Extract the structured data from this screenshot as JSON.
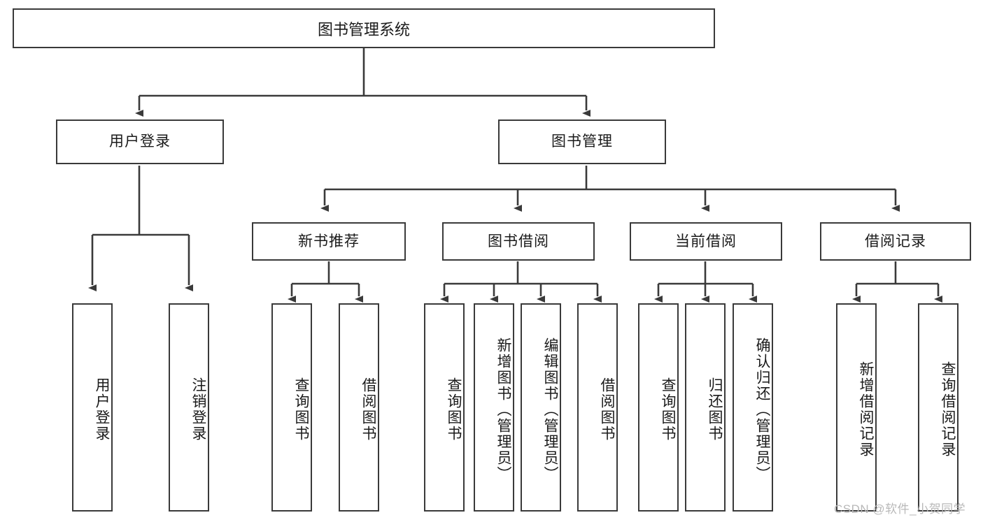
{
  "diagram": {
    "title": "图书管理系统",
    "type": "tree-hierarchy",
    "orientation": "top-down",
    "style": {
      "box_border_color": "#3a3a3a",
      "box_fill_color": "#ffffff",
      "line_color": "#3a3a3a",
      "text_color": "#1a1a1a",
      "background": "#ffffff"
    }
  },
  "root": {
    "label": "图书管理系统"
  },
  "level2": [
    {
      "id": "user-login",
      "label": "用户登录"
    },
    {
      "id": "book-manage",
      "label": "图书管理"
    }
  ],
  "level3": [
    {
      "id": "new-book-recommend",
      "label": "新书推荐",
      "parent": "book-manage"
    },
    {
      "id": "book-borrow",
      "label": "图书借阅",
      "parent": "book-manage"
    },
    {
      "id": "current-borrow",
      "label": "当前借阅",
      "parent": "book-manage"
    },
    {
      "id": "borrow-record",
      "label": "借阅记录",
      "parent": "book-manage"
    }
  ],
  "leaves": {
    "user_login": [
      {
        "id": "leaf-user-login",
        "label": "用户登录"
      },
      {
        "id": "leaf-logout",
        "label": "注销登录"
      }
    ],
    "new_book_recommend": [
      {
        "id": "leaf-query-book-1",
        "label": "查询图书"
      },
      {
        "id": "leaf-borrow-book-1",
        "label": "借阅图书"
      }
    ],
    "book_borrow": [
      {
        "id": "leaf-query-book-2",
        "label": "查询图书"
      },
      {
        "id": "leaf-add-book",
        "label": "新增图书（管理员）"
      },
      {
        "id": "leaf-edit-book",
        "label": "编辑图书（管理员）"
      },
      {
        "id": "leaf-borrow-book-2",
        "label": "借阅图书"
      }
    ],
    "current_borrow": [
      {
        "id": "leaf-query-book-3",
        "label": "查询图书"
      },
      {
        "id": "leaf-return-book",
        "label": "归还图书"
      },
      {
        "id": "leaf-confirm-return",
        "label": "确认归还（管理员）"
      }
    ],
    "borrow_record": [
      {
        "id": "leaf-add-record",
        "label": "新增借阅记录"
      },
      {
        "id": "leaf-query-record",
        "label": "查询借阅记录"
      }
    ]
  },
  "watermark": {
    "text": "CSDN @软件_小贺同学"
  }
}
